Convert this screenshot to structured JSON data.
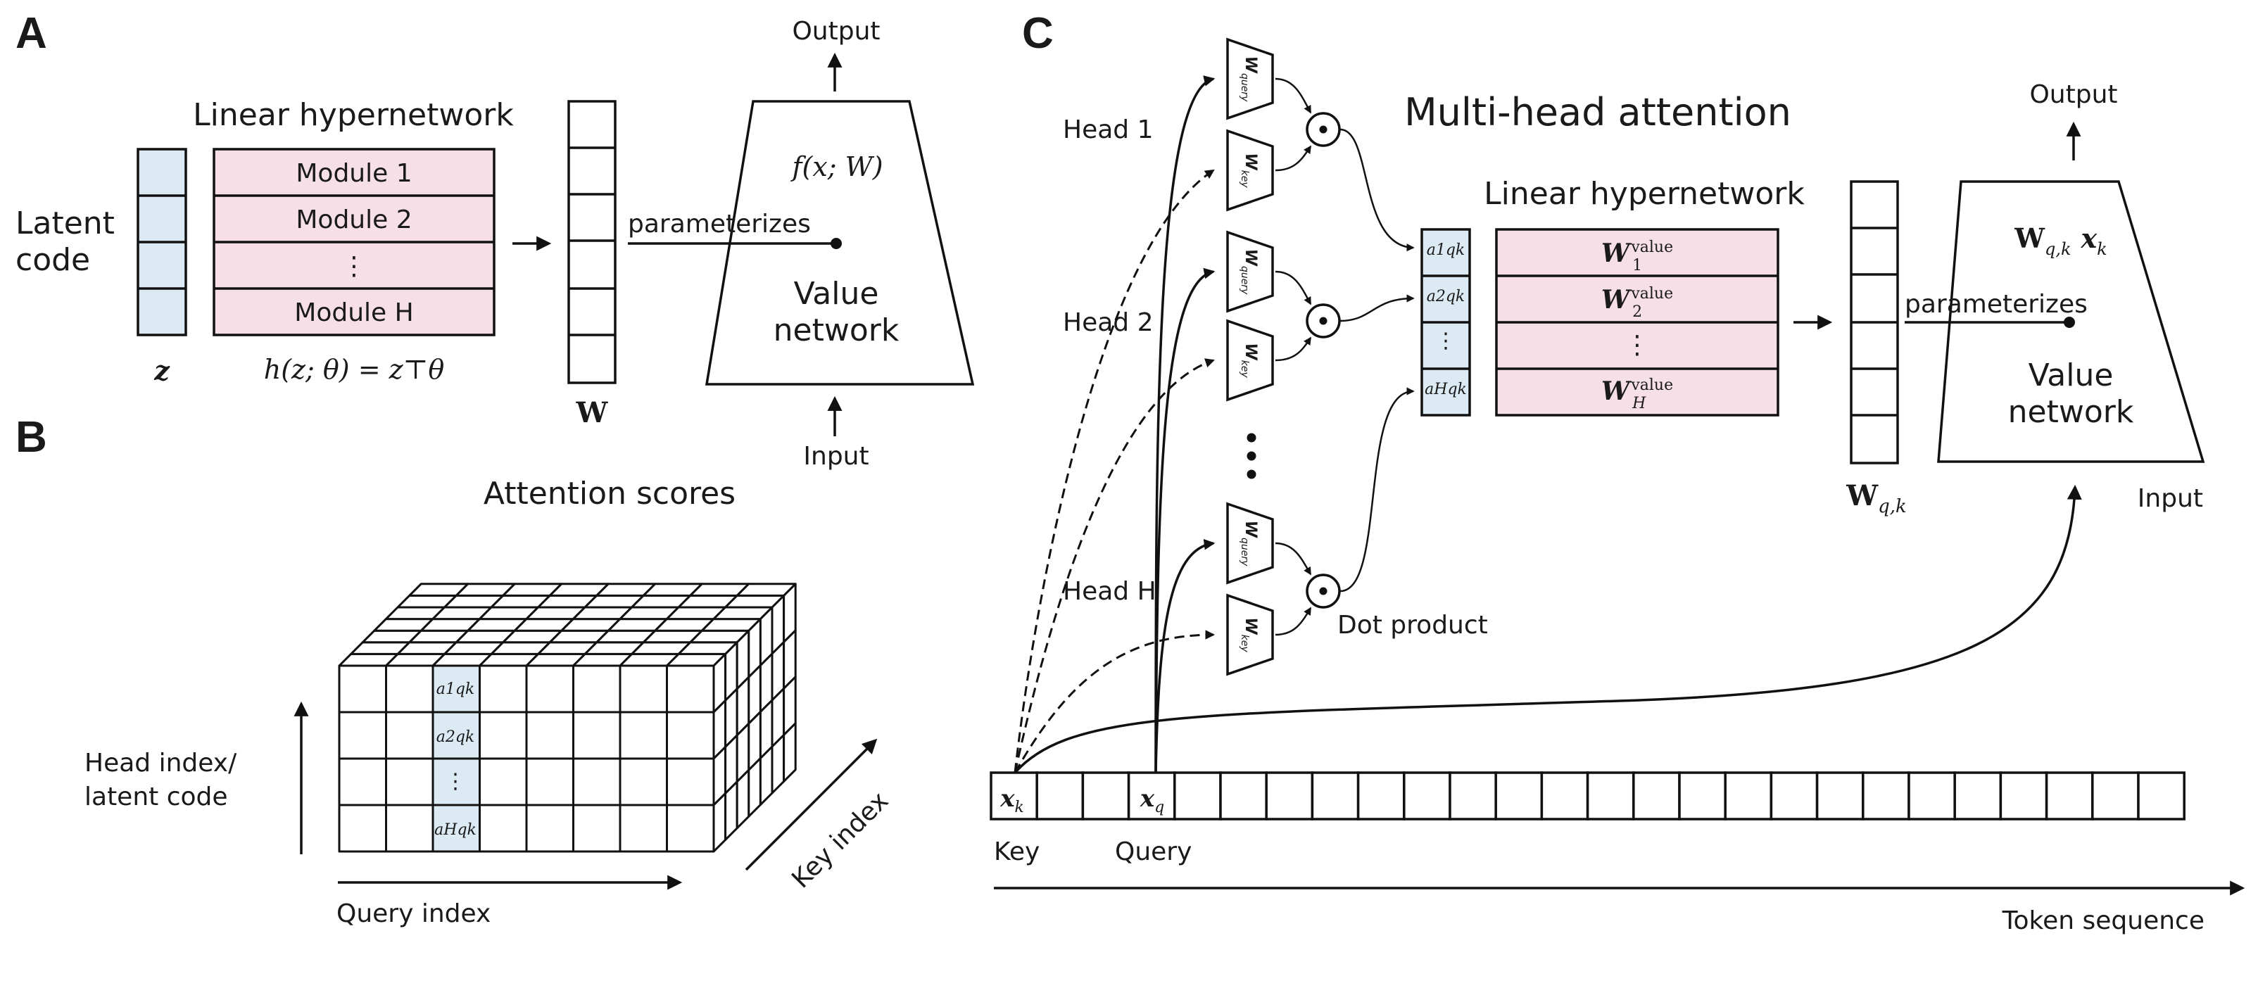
{
  "colors": {
    "latent_fill": "#dcebf3",
    "module_fill": "#f7dfe8",
    "stroke": "#111111"
  },
  "panels": {
    "a": "A",
    "b": "B",
    "c": "C"
  },
  "panel_a": {
    "latent_label_line1": "Latent",
    "latent_label_line2": "code",
    "latent_symbol": "z",
    "hypernetwork_title": "Linear hypernetwork",
    "modules": [
      "Module 1",
      "Module 2",
      "⋮",
      "Module H"
    ],
    "equation": "h(z; θ) = z⊤θ",
    "weights_symbol": "W",
    "parameterizes": "parameterizes",
    "network_function": "f(x; W)",
    "value_network_line1": "Value",
    "value_network_line2": "network",
    "output": "Output",
    "input": "Input"
  },
  "panel_b": {
    "title": "Attention scores",
    "scores": [
      "a1qk",
      "a2qk",
      "⋮",
      "aHqk"
    ],
    "y_axis_line1": "Head index/",
    "y_axis_line2": "latent code",
    "x_axis": "Query index",
    "depth_axis": "Key index"
  },
  "panel_c": {
    "title": "Multi-head attention",
    "heads": [
      "Head 1",
      "Head 2",
      "Head H"
    ],
    "dot_product": "Dot product",
    "hypernetwork_title": "Linear hypernetwork",
    "scores": [
      "a1qk",
      "a2qk",
      "⋮",
      "aHqk"
    ],
    "value_matrices": [
      "W1value",
      "W2value",
      "⋮",
      "WHvalue"
    ],
    "weights_symbol": "Wq,k",
    "parameterizes": "parameterizes",
    "network_function": "Wq,k xk",
    "value_network_line1": "Value",
    "value_network_line2": "network",
    "output": "Output",
    "input": "Input",
    "key_token": "xk",
    "query_token": "xq",
    "key_label": "Key",
    "query_label": "Query",
    "sequence_label": "Token sequence"
  }
}
